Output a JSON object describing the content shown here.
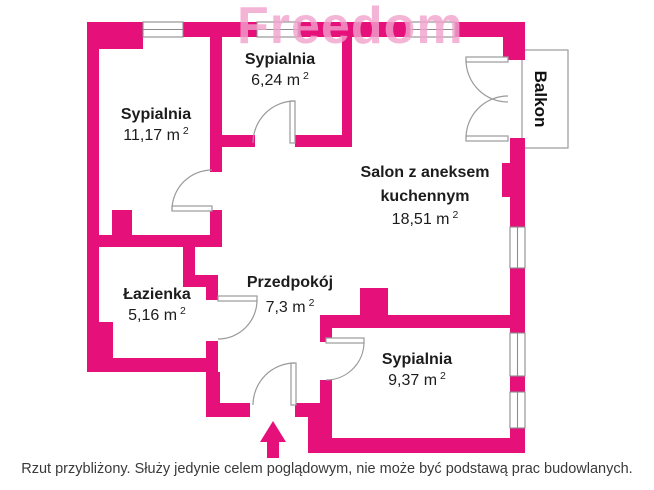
{
  "colors": {
    "wall": "#e5107a",
    "watermark": "#f2a2cd"
  },
  "watermark": {
    "text": "Freedom"
  },
  "rooms": {
    "bedroom1": {
      "name": "Sypialnia",
      "area": "11,17 m",
      "sup": "2"
    },
    "bedroom2": {
      "name": "Sypialnia",
      "area": "6,24 m",
      "sup": "2"
    },
    "salon": {
      "name_line1": "Salon z aneksem",
      "name_line2": "kuchennym",
      "area": "18,51 m",
      "sup": "2"
    },
    "bathroom": {
      "name": "Łazienka",
      "area": "5,16 m",
      "sup": "2"
    },
    "hall": {
      "name": "Przedpokój",
      "area": "7,3 m",
      "sup": "2"
    },
    "bedroom3": {
      "name": "Sypialnia",
      "area": "9,37 m",
      "sup": "2"
    },
    "balcony": {
      "name": "Balkon"
    }
  },
  "disclaimer": "Rzut przybliżony. Służy jedynie celem poglądowym, nie może być podstawą prac budowlanych."
}
